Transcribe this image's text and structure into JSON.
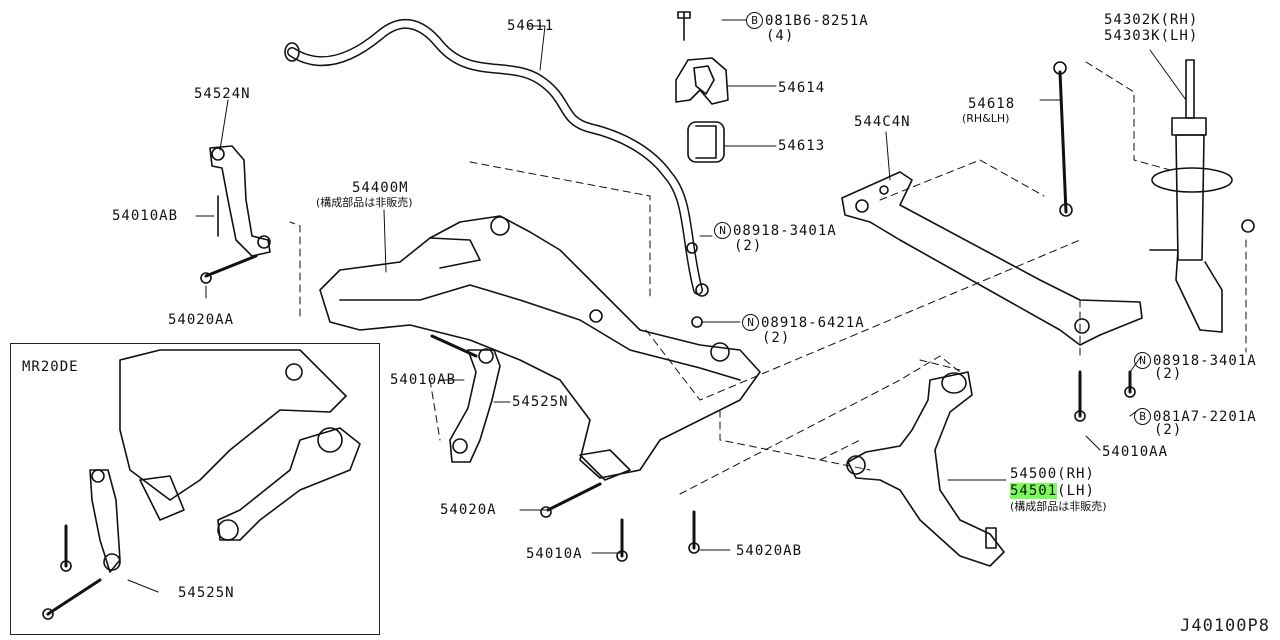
{
  "labels": {
    "p54611": "54611",
    "p081b6": "081B6-8251A",
    "p081b6_qty": "(4)",
    "p54614": "54614",
    "p54613": "54613",
    "p54524n": "54524N",
    "p54010ab_top": "54010AB",
    "p54020aa": "54020AA",
    "p54400m": "54400M",
    "p54400m_note": "(構成部品は非販売)",
    "p08918_3401a_a": "08918-3401A",
    "p08918_3401a_a_qty": "(2)",
    "p08918_6421a": "08918-6421A",
    "p08918_6421a_qty": "(2)",
    "p54010ab_mid": "54010AB",
    "p54525n": "54525N",
    "p54020a": "54020A",
    "p54010a": "54010A",
    "p54020ab": "54020AB",
    "p544c4n": "544C4N",
    "p54618": "54618",
    "p54618_note": "(RH&LH)",
    "p54302k": "54302K(RH)",
    "p54303k": "54303K(LH)",
    "p08918_3401a_b": "08918-3401A",
    "p08918_3401a_b_qty": "(2)",
    "p081a7": "081A7-2201A",
    "p081a7_qty": "(2)",
    "p54010aa": "54010AA",
    "p54500": "54500(RH)",
    "p54501": "54501",
    "p54501_side": "(LH)",
    "p54501_note": "(構成部品は非販売)",
    "inset_title": "MR20DE",
    "inset_54525n": "54525N",
    "diagram_code": "J40100P8"
  },
  "circle_symbols": {
    "bolt_b": "B",
    "nut_n": "N"
  },
  "highlight_color": "#7CFC5A"
}
